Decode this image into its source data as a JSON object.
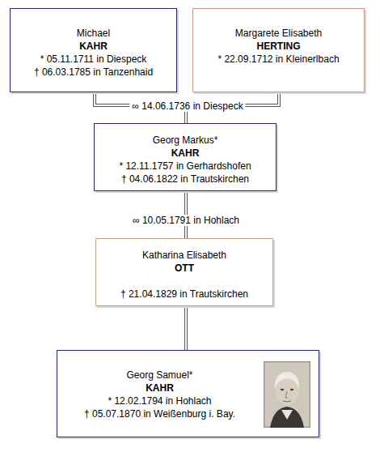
{
  "diagram": {
    "nodes": [
      {
        "text": [
          "Michael",
          "KAHR",
          "* 05.11.1711 in Diespeck",
          "† 06.03.1785 in Tanzenhaid"
        ]
      },
      {
        "text": [
          "Margarete Elisabeth",
          "HERTING",
          "* 22.09.1712 in Kleinerlbach"
        ]
      },
      {
        "text": [
          "Georg Markus*",
          "KAHR",
          "* 12.11.1757 in Gerhardshofen",
          "† 04.06.1822 in Trautskirchen"
        ]
      },
      {
        "text": [
          "Katharina Elisabeth",
          "OTT",
          "† 21.04.1829 in Trautskirchen"
        ]
      },
      {
        "text": [
          "Georg Samuel*",
          "KAHR",
          "* 12.02.1794 in Hohlach",
          "† 05.07.1870 in Weißenburg i. Bay."
        ]
      }
    ],
    "edges": [
      {
        "from": 0,
        "to": 2,
        "arrow": "none",
        "label": "∞ 14.06.1736 in Diespeck"
      },
      {
        "from": 1,
        "to": 2,
        "arrow": "none"
      },
      {
        "from": 2,
        "to": 3,
        "arrow": "none",
        "label": "∞ 10.05.1791 in Hohlach"
      },
      {
        "from": 3,
        "to": 4,
        "arrow": "none"
      }
    ]
  }
}
